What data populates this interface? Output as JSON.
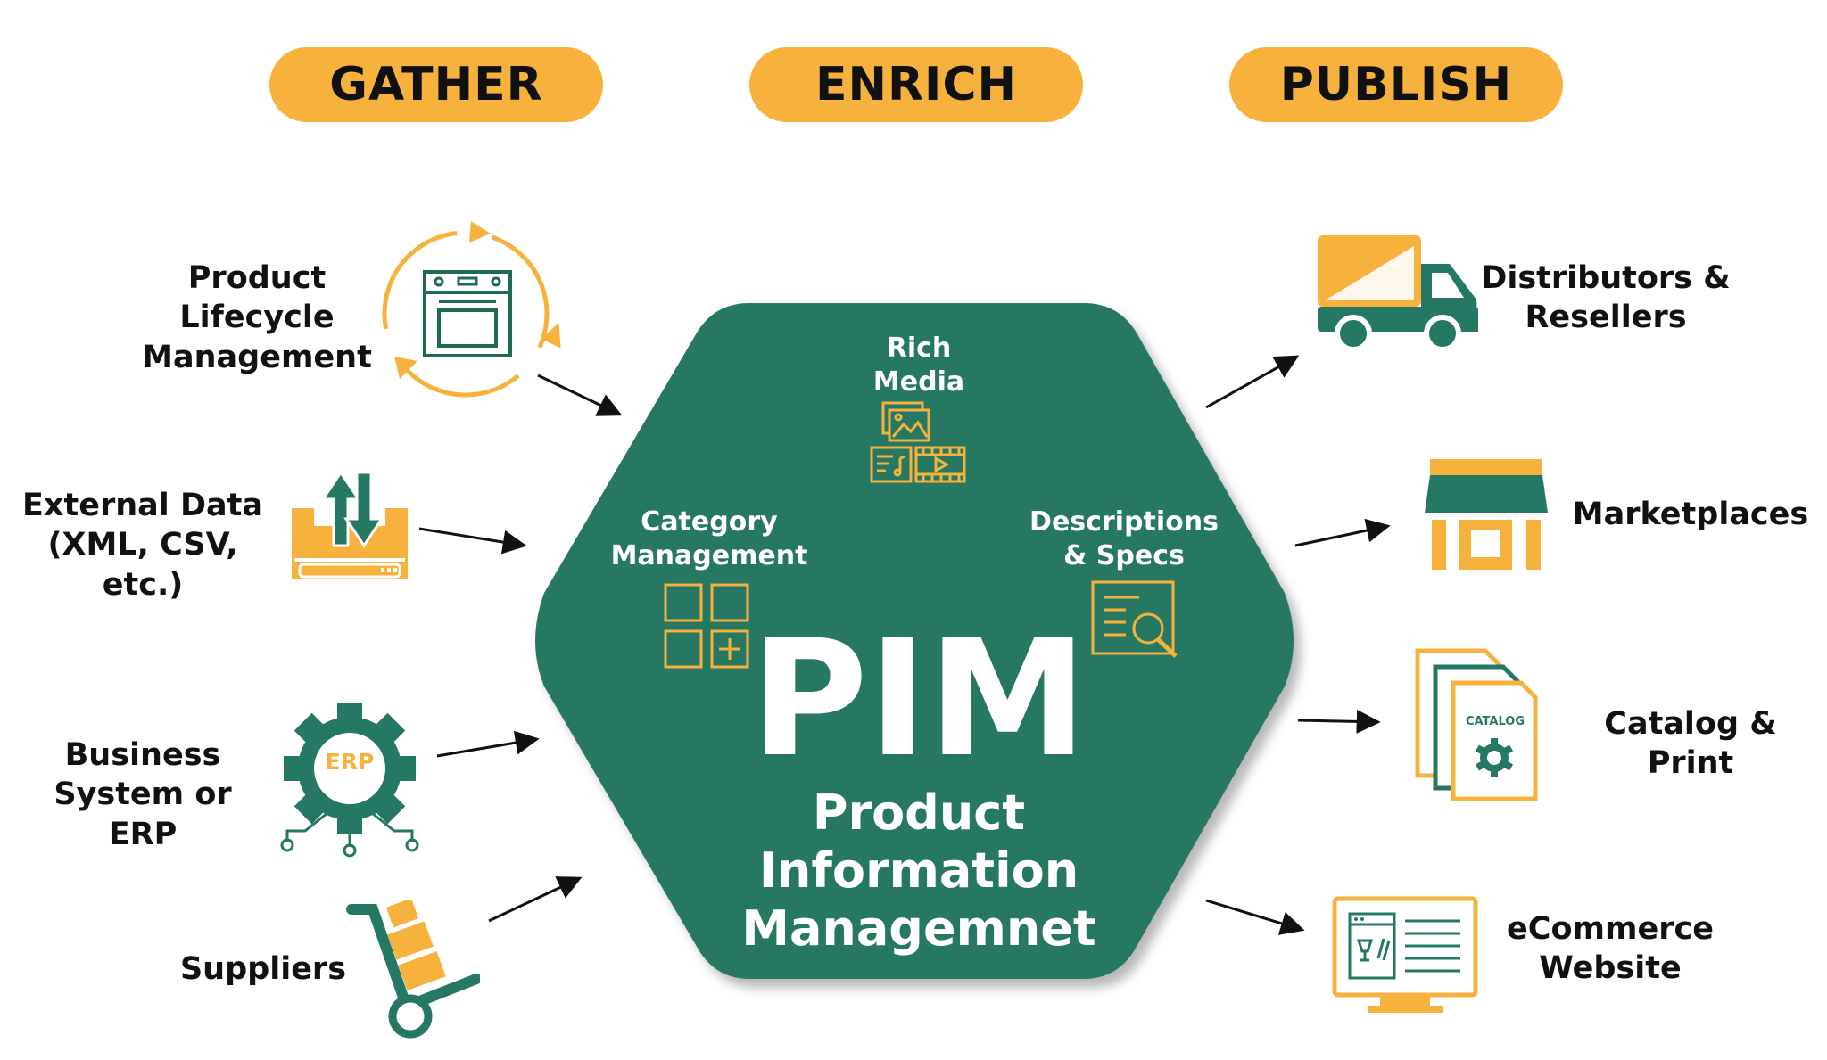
{
  "stages": {
    "gather": "GATHER",
    "enrich": "ENRICH",
    "publish": "PUBLISH"
  },
  "sources": {
    "plm": "Product\nLifecycle\nManagement",
    "external": "External Data\n(XML, CSV, etc.)",
    "erp": "Business\nSystem or ERP",
    "suppliers": "Suppliers"
  },
  "erp_badge": "ERP",
  "hub": {
    "rich_media": "Rich\nMedia",
    "category": "Category\nManagement",
    "descriptions": "Descriptions\n& Specs",
    "acronym": "PIM",
    "full_name": "Product\nInformation\nManagemnet"
  },
  "channels": {
    "distributors": "Distributors &\nResellers",
    "marketplaces": "Marketplaces",
    "catalog": "Catalog & Print",
    "ecommerce": "eCommerce\nWebsite"
  },
  "catalog_badge": "CATALOG",
  "colors": {
    "green": "#257863",
    "orange": "#f7b13d",
    "dark_green": "#1d6b57",
    "text": "#111111"
  }
}
